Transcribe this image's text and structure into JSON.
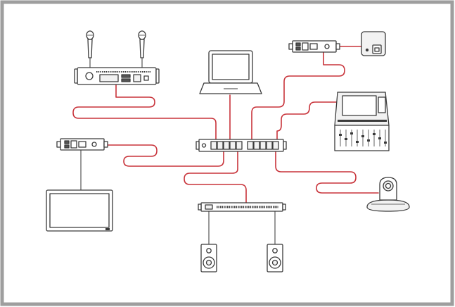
{
  "diagram": {
    "colors": {
      "frame": "#9e9e9e",
      "device_stroke": "#3a3a3a",
      "cable": "#c8333a",
      "device_fill": "#ffffff",
      "panel_fill": "#f2f2f2"
    },
    "devices": [
      {
        "id": "microphone-left",
        "icon": "microphone-icon"
      },
      {
        "id": "microphone-right",
        "icon": "microphone-icon"
      },
      {
        "id": "dsp-processor",
        "icon": "rack-unit-icon"
      },
      {
        "id": "laptop",
        "icon": "laptop-icon"
      },
      {
        "id": "av-encoder-top",
        "icon": "small-box-icon"
      },
      {
        "id": "wall-controller",
        "icon": "touch-panel-icon"
      },
      {
        "id": "mixing-console",
        "icon": "mixer-icon"
      },
      {
        "id": "network-switch",
        "icon": "switch-icon"
      },
      {
        "id": "av-decoder-left",
        "icon": "small-box-icon"
      },
      {
        "id": "display-monitor",
        "icon": "monitor-icon"
      },
      {
        "id": "ptz-camera",
        "icon": "camera-icon"
      },
      {
        "id": "power-amplifier",
        "icon": "amplifier-icon"
      },
      {
        "id": "speaker-left",
        "icon": "speaker-icon"
      },
      {
        "id": "speaker-right",
        "icon": "speaker-icon"
      }
    ]
  }
}
